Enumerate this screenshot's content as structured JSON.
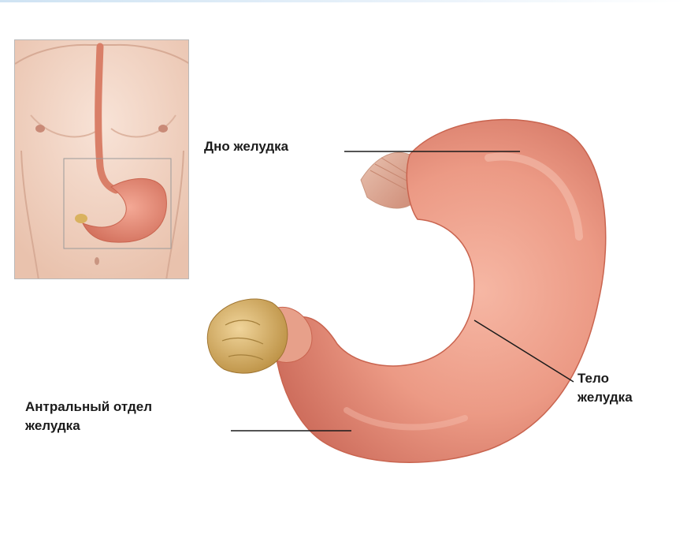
{
  "labels": {
    "fundus": "Дно желудка",
    "antrum_line1": "Антральный отдел",
    "antrum_line2": "желудка",
    "body_line1": "Тело",
    "body_line2": "желудка"
  },
  "colors": {
    "stomach": "#ec9a85",
    "stomach_shadow": "#cf6f5e",
    "skin": "#f2d2c2",
    "sphincter": "#d9b25f",
    "leader_line": "#1b1b1b"
  }
}
